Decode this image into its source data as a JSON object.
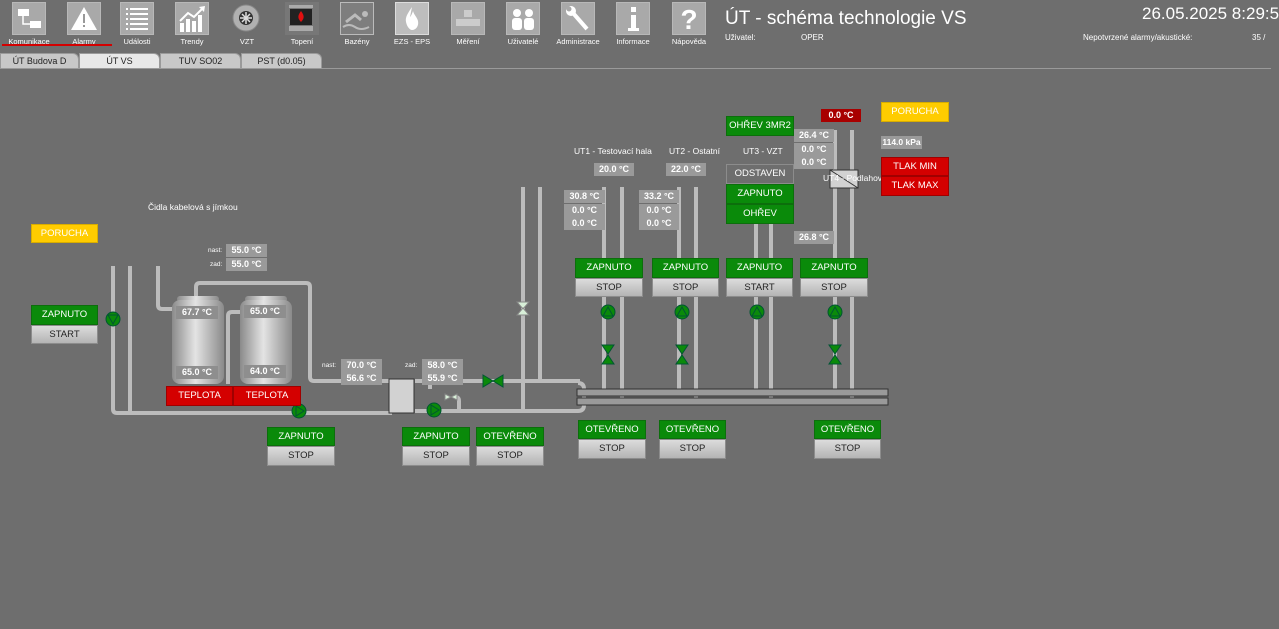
{
  "nav": {
    "items": [
      {
        "label": "Komunikace",
        "icon": "network-icon"
      },
      {
        "label": "Alarmy",
        "icon": "warning-icon"
      },
      {
        "label": "Události",
        "icon": "list-icon"
      },
      {
        "label": "Trendy",
        "icon": "trend-chart-icon"
      },
      {
        "label": "VZT",
        "icon": "fan-icon"
      },
      {
        "label": "Topení",
        "icon": "heating-furnace-icon"
      },
      {
        "label": "Bazény",
        "icon": "swimmer-icon"
      },
      {
        "label": "EZS - EPS",
        "icon": "fire-icon"
      },
      {
        "label": "Měření",
        "icon": "meter-blocks-icon"
      },
      {
        "label": "Uživatelé",
        "icon": "users-icon"
      },
      {
        "label": "Administrace",
        "icon": "wrench-icon"
      },
      {
        "label": "Informace",
        "icon": "info-icon"
      },
      {
        "label": "Nápověda",
        "icon": "help-icon"
      }
    ]
  },
  "header": {
    "title": "ÚT - schéma technologie VS",
    "datetime": "26.05.2025 8:29:5",
    "user_label": "Uživatel:",
    "user_value": "OPER",
    "alarms_label": "Nepotvrzené alarmy/akustické:",
    "alarms_value": "35 /"
  },
  "tabs": [
    {
      "label": "ÚT Budova D",
      "active": false
    },
    {
      "label": "ÚT VS",
      "active": true
    },
    {
      "label": "TUV SO02",
      "active": false
    },
    {
      "label": "PST (d0.05)",
      "active": false
    }
  ],
  "left": {
    "fault": "PORUCHA",
    "pump_status": "ZAPNUTO",
    "pump_cmd": "START",
    "sensors_caption": "Čidla kabelová s jímkou",
    "nast_label": "nast:",
    "zad_label": "zad:",
    "tank_nast": "55.0 °C",
    "tank_zad": "55.0 °C",
    "tank1_top": "67.7 °C",
    "tank1_bottom": "65.0 °C",
    "tank2_top": "65.0 °C",
    "tank2_bottom": "64.0 °C",
    "tank1_alarm": "TEPLOTA",
    "tank2_alarm": "TEPLOTA",
    "pump2_status": "ZAPNUTO",
    "pump2_cmd": "STOP"
  },
  "exchanger": {
    "nast_label": "nast:",
    "nast_value": "70.0 °C",
    "nast_actual": "56.6 °C",
    "zad_label": "zad:",
    "zad_value": "58.0 °C",
    "zad_actual": "55.9 °C",
    "pump_status": "ZAPNUTO",
    "pump_cmd": "STOP",
    "valve_status": "OTEVŘENO",
    "valve_cmd": "STOP"
  },
  "circuits": [
    {
      "name": "UT1 - Testovací hala",
      "setpoint": "20.0 °C",
      "temps": [
        "30.8 °C",
        "0.0 °C",
        "0.0 °C"
      ],
      "pump_status": "ZAPNUTO",
      "pump_cmd": "STOP",
      "valve_status": "OTEVŘENO",
      "valve_cmd": "STOP"
    },
    {
      "name": "UT2 - Ostatní",
      "setpoint": "22.0 °C",
      "temps": [
        "33.2 °C",
        "0.0 °C",
        "0.0 °C"
      ],
      "pump_status": "ZAPNUTO",
      "pump_cmd": "STOP",
      "valve_status": "OTEVŘENO",
      "valve_cmd": "STOP"
    },
    {
      "name": "UT3 - VZT",
      "heating_label": "OHŘEV 3MR2",
      "mode_off": "ODSTAVEN",
      "mode_on": "ZAPNUTO",
      "mode_heat": "OHŘEV",
      "temps": [
        "26.4 °C",
        "0.0 °C",
        "0.0 °C"
      ],
      "pump_status": "ZAPNUTO",
      "pump_cmd": "START"
    },
    {
      "name": "UT4 - Podlahov",
      "top_temp": "0.0 °C",
      "return_temp": "26.8 °C",
      "pump_status": "ZAPNUTO",
      "pump_cmd": "STOP",
      "valve_status": "OTEVŘENO",
      "valve_cmd": "STOP"
    }
  ],
  "pressure": {
    "fault": "PORUCHA",
    "value": "114.0 kPa",
    "min_alarm": "TLAK MIN",
    "max_alarm": "TLAK MAX"
  }
}
